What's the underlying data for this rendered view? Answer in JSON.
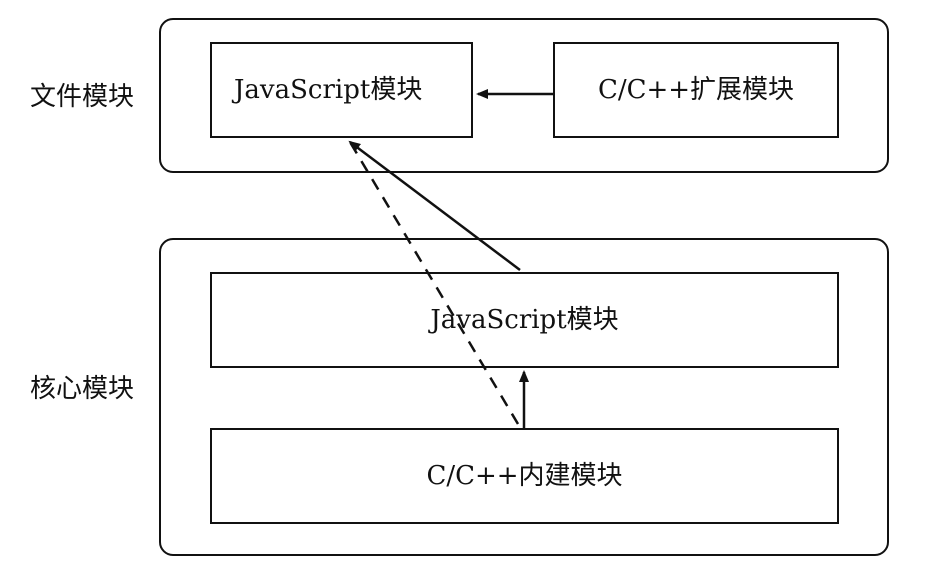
{
  "groups": {
    "file_modules": {
      "label": "文件模块",
      "modules": {
        "javascript": "JavaScript模块",
        "cpp_extension": "C/C++扩展模块"
      }
    },
    "core_modules": {
      "label": "核心模块",
      "modules": {
        "javascript": "JavaScript模块",
        "cpp_builtin": "C/C++内建模块"
      }
    }
  },
  "connections": [
    {
      "from": "file_modules.cpp_extension",
      "to": "file_modules.javascript",
      "style": "solid"
    },
    {
      "from": "core_modules.javascript",
      "to": "file_modules.javascript",
      "style": "solid"
    },
    {
      "from": "core_modules.cpp_builtin",
      "to": "file_modules.javascript",
      "style": "dashed"
    },
    {
      "from": "core_modules.cpp_builtin",
      "to": "core_modules.javascript",
      "style": "solid"
    }
  ]
}
